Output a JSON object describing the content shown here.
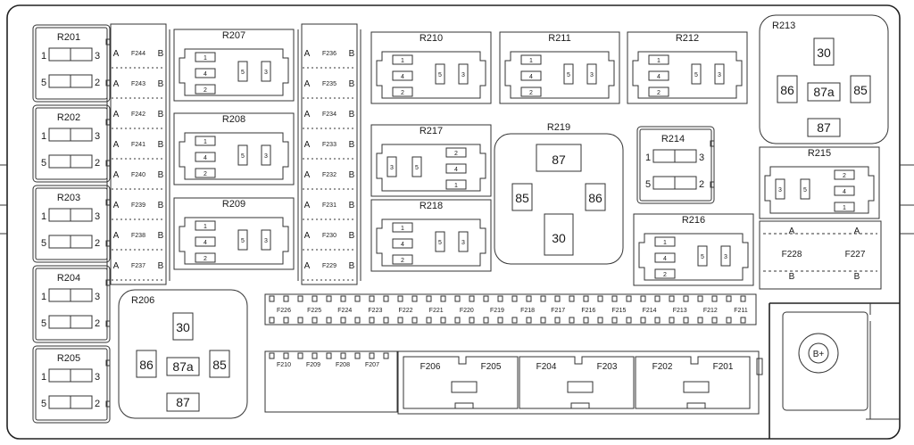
{
  "small_relays": [
    {
      "name": "R201",
      "pins": [
        "1",
        "3",
        "5",
        "2"
      ]
    },
    {
      "name": "R202",
      "pins": [
        "1",
        "3",
        "5",
        "2"
      ]
    },
    {
      "name": "R203",
      "pins": [
        "1",
        "3",
        "5",
        "2"
      ]
    },
    {
      "name": "R204",
      "pins": [
        "1",
        "3",
        "5",
        "2"
      ]
    },
    {
      "name": "R205",
      "pins": [
        "1",
        "3",
        "5",
        "2"
      ]
    },
    {
      "name": "R214",
      "pins": [
        "1",
        "3",
        "5",
        "2"
      ]
    }
  ],
  "large_relays": [
    {
      "name": "R206",
      "pins": [
        "30",
        "86",
        "87a",
        "85",
        "87"
      ]
    },
    {
      "name": "R213",
      "pins": [
        "30",
        "86",
        "87a",
        "85",
        "87"
      ]
    }
  ],
  "mini_relays": [
    {
      "name": "R207",
      "pins": [
        "1",
        "4",
        "2",
        "5",
        "3"
      ]
    },
    {
      "name": "R208",
      "pins": [
        "1",
        "4",
        "2",
        "5",
        "3"
      ]
    },
    {
      "name": "R209",
      "pins": [
        "1",
        "4",
        "2",
        "5",
        "3"
      ]
    },
    {
      "name": "R210",
      "pins": [
        "1",
        "4",
        "2",
        "5",
        "3"
      ]
    },
    {
      "name": "R211",
      "pins": [
        "1",
        "4",
        "2",
        "5",
        "3"
      ]
    },
    {
      "name": "R212",
      "pins": [
        "1",
        "4",
        "2",
        "5",
        "3"
      ]
    },
    {
      "name": "R216",
      "pins": [
        "1",
        "4",
        "2",
        "5",
        "3"
      ]
    },
    {
      "name": "R218",
      "pins": [
        "1",
        "4",
        "2",
        "5",
        "3"
      ]
    }
  ],
  "mini_relays_mirrored": [
    {
      "name": "R215",
      "pins": [
        "3",
        "5",
        "2",
        "4",
        "1"
      ]
    },
    {
      "name": "R217",
      "pins": [
        "3",
        "5",
        "2",
        "4",
        "1"
      ]
    }
  ],
  "r219": {
    "name": "R219",
    "pins": [
      "87",
      "85",
      "86",
      "30"
    ]
  },
  "fuse_column_left": [
    "F244",
    "F243",
    "F242",
    "F241",
    "F240",
    "F239",
    "F238",
    "F237"
  ],
  "fuse_column_right": [
    "F236",
    "F235",
    "F234",
    "F233",
    "F232",
    "F231",
    "F230",
    "F229"
  ],
  "fuse_side": {
    "a": "A",
    "b": "B"
  },
  "fuse_row_top": [
    "F226",
    "F225",
    "F224",
    "F223",
    "F222",
    "F221",
    "F220",
    "F219",
    "F218",
    "F217",
    "F216",
    "F215",
    "F214",
    "F213",
    "F212",
    "F211"
  ],
  "fuse_row_bottom_small": [
    "F210",
    "F209",
    "F208",
    "F207"
  ],
  "fuse_row_bottom_large": [
    "F206",
    "F205",
    "F204",
    "F203",
    "F202",
    "F201"
  ],
  "fuses_f227_f228": {
    "labels": [
      "F228",
      "F227"
    ],
    "a": "A",
    "b": "B"
  },
  "battery_post": "B+"
}
